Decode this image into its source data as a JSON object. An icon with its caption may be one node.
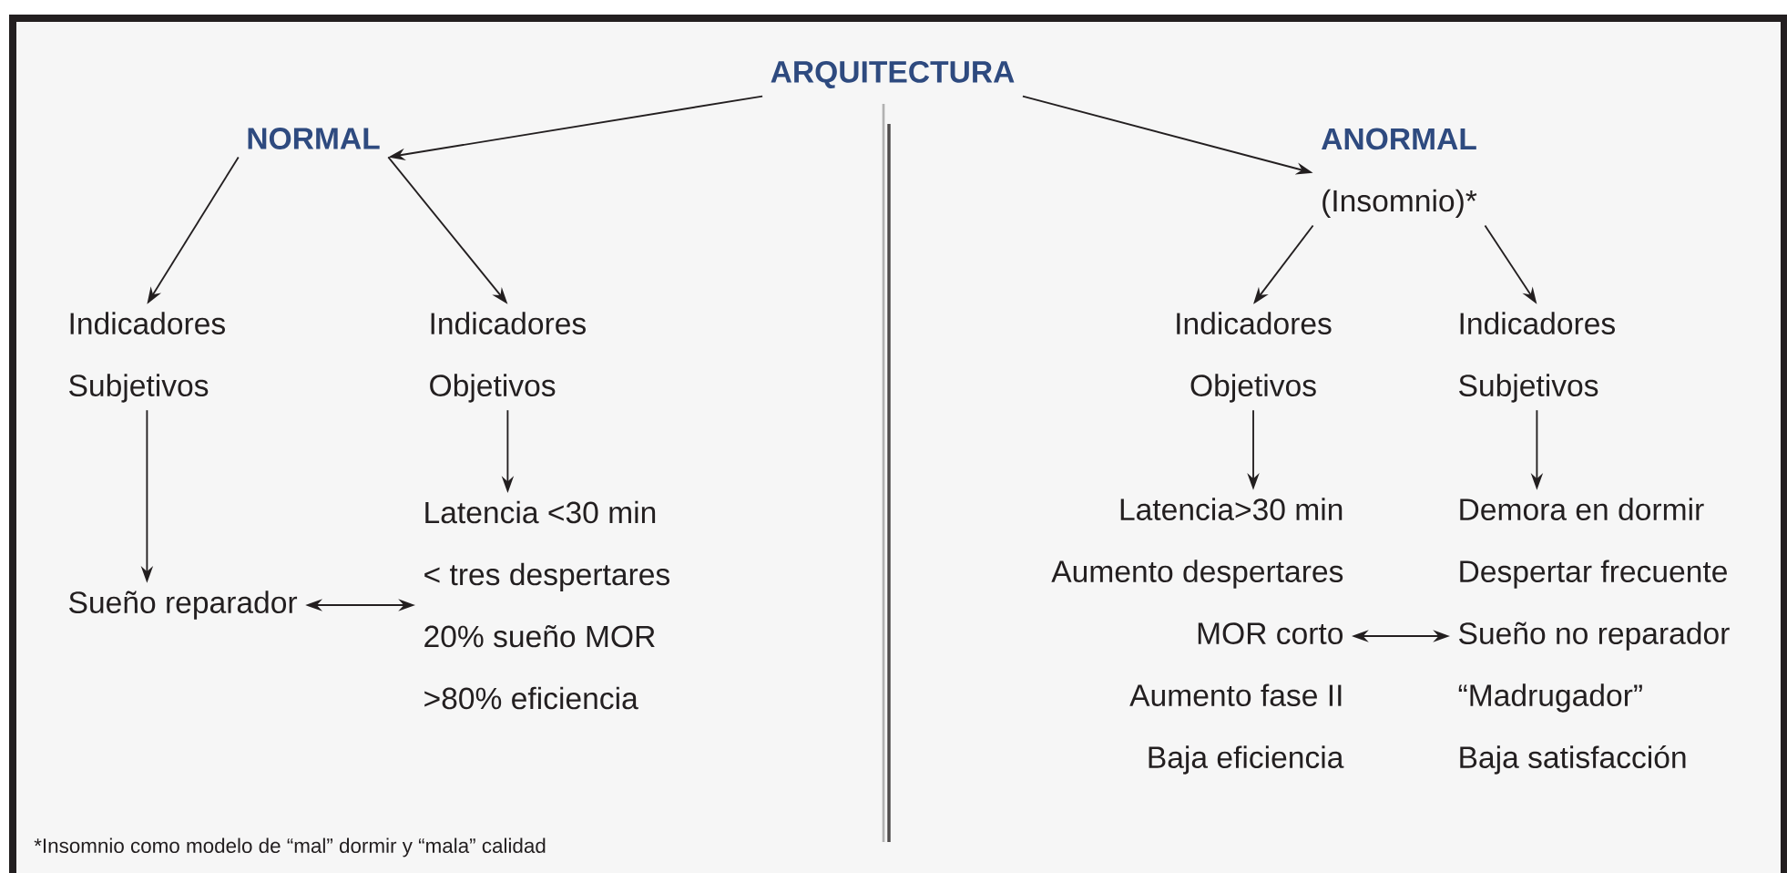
{
  "diagram": {
    "nodes": [
      {
        "text": [
          "ARQUITECTURA"
        ]
      },
      {
        "text": [
          "NORMAL"
        ]
      },
      {
        "text": [
          "ANORMAL",
          "(Insomnio)*"
        ]
      },
      {
        "text": [
          "Indicadores",
          "Subjetivos"
        ]
      },
      {
        "text": [
          "Indicadores",
          "Objetivos"
        ]
      },
      {
        "text": [
          "Sueño reparador"
        ]
      },
      {
        "text": [
          "Latencia <30 min",
          "< tres despertares",
          "20% sueño MOR",
          ">80% eficiencia"
        ]
      },
      {
        "text": [
          "Indicadores",
          "Objetivos"
        ]
      },
      {
        "text": [
          "Indicadores",
          "Subjetivos"
        ]
      },
      {
        "text": [
          "Latencia>30 min",
          "Aumento despertares",
          "MOR corto",
          "Aumento fase II",
          "Baja eficiencia"
        ]
      },
      {
        "text": [
          "Demora en dormir",
          "Despertar frecuente",
          "Sueño no reparador",
          "“Madrugador”",
          "Baja satisfacción"
        ]
      }
    ],
    "edges": [
      {
        "from": 0,
        "to": 1,
        "arrow": "to"
      },
      {
        "from": 0,
        "to": 2,
        "arrow": "to"
      },
      {
        "from": 1,
        "to": 3,
        "arrow": "to"
      },
      {
        "from": 1,
        "to": 4,
        "arrow": "to"
      },
      {
        "from": 3,
        "to": 5,
        "arrow": "to"
      },
      {
        "from": 4,
        "to": 6,
        "arrow": "to"
      },
      {
        "from": 2,
        "to": 7,
        "arrow": "to"
      },
      {
        "from": 2,
        "to": 8,
        "arrow": "to"
      },
      {
        "from": 7,
        "to": 9,
        "arrow": "to"
      },
      {
        "from": 8,
        "to": 10,
        "arrow": "to"
      },
      {
        "from": 5,
        "to": 6,
        "arrow": "both"
      },
      {
        "from": 9,
        "to": 10,
        "arrow": "both"
      }
    ],
    "labels": [
      "*Insomnio como modelo de “mal” dormir y “mala” calidad"
    ]
  }
}
